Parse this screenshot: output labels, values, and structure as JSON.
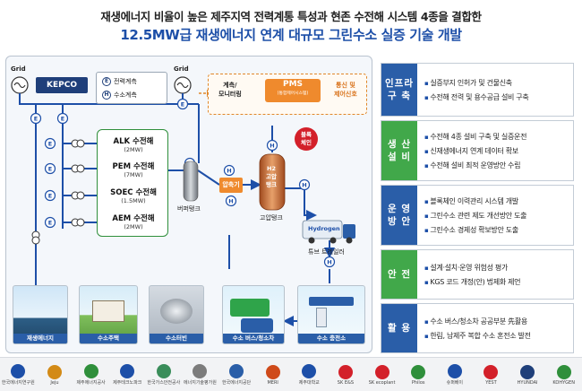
{
  "header": {
    "title_line1": "재생에너지 비율이 높은 제주지역 전력계통 특성과 현존 수전해 시스템 4종을 결합한",
    "title_line2": "12.5MW급 재생에너지 연계 대규모 그린수소 실증 기술 개발"
  },
  "diagram": {
    "grid_left": "Grid",
    "grid_right": "Grid",
    "kepco": "KEPCO",
    "legend": {
      "elec_icon": "E",
      "elec_label": "전력계측",
      "hydrogen_icon": "H",
      "hydrogen_label": "수소계측"
    },
    "electrolyzers": [
      {
        "name": "ALK 수전해",
        "capacity": "(2MW)"
      },
      {
        "name": "PEM 수전해",
        "capacity": "(7MW)"
      },
      {
        "name": "SOEC 수전해",
        "capacity": "(1.5MW)"
      },
      {
        "name": "AEM 수전해",
        "capacity": "(2MW)"
      }
    ],
    "monitoring": "계측/\n모니터링",
    "pms_title": "PMS",
    "pms_sub": "(통합제어시스템)",
    "comm_control": "통신 및\n제어신호",
    "blockchain": "블록\n체인",
    "buffer_tank": "버퍼탱크",
    "compressor": "압축기",
    "h2_tank": "H2\n고압\n탱크",
    "high_pressure_tank": "고압탱크",
    "tube_trailer": "튜브 트레일러",
    "truck_label": "Hydrogen",
    "scenes": {
      "renewable": "재생에너지",
      "house": "수소주택",
      "turbine": "수소터빈",
      "bus": "수소 버스/청소차",
      "station": "수소 충전소"
    }
  },
  "panel": {
    "rows": [
      {
        "tag": "인프라\n구 축",
        "color": "#2a5ea8",
        "items": [
          "실증부지 인허가 및 건물신축",
          "수전해 전력 및 용수공급 설비 구축"
        ]
      },
      {
        "tag": "생 산\n설 비",
        "color": "#41a84a",
        "items": [
          "수전해 4종 설비 구축 및 실증운전",
          "신재생에너지 연계 데이터 확보",
          "수전해 설비 최적 운영방안 수립"
        ]
      },
      {
        "tag": "운 영\n방 안",
        "color": "#2a5ea8",
        "items": [
          "블록체인 이력관리 시스템 개발",
          "그린수소 관련 제도 개선방안 도출",
          "그린수소 경제성 확보방안 도출"
        ]
      },
      {
        "tag": "안 전",
        "color": "#41a84a",
        "items": [
          "설계·설치·운영 위험성 평가",
          "KGS 코드 개정(안) 법제화 제언"
        ]
      },
      {
        "tag": "활 용",
        "color": "#2a5ea8",
        "items": [
          "수소 버스/청소차 공공부분 先활용",
          "한림, 남제주 복합 수소 혼전소 발전"
        ]
      }
    ]
  },
  "logos": [
    {
      "name": "한국에너지연구원",
      "color": "#1d4fa8"
    },
    {
      "name": "Jeju",
      "color": "#d38a16"
    },
    {
      "name": "제주에너지공사",
      "color": "#2f8f3b"
    },
    {
      "name": "제주테크노파크",
      "color": "#1d4fa8"
    },
    {
      "name": "한국가스안전공사",
      "color": "#3a8d5a"
    },
    {
      "name": "에너지기술평가원",
      "color": "#7c7c7c"
    },
    {
      "name": "한국에너지공단",
      "color": "#2a5ea8"
    },
    {
      "name": "MERI",
      "color": "#cf4a1a"
    },
    {
      "name": "제주대학교",
      "color": "#1d4fa8"
    },
    {
      "name": "SK E&S",
      "color": "#d3202a"
    },
    {
      "name": "SK ecoplant",
      "color": "#d3202a"
    },
    {
      "name": "Philos",
      "color": "#2f8f3b"
    },
    {
      "name": "슈퍼베이",
      "color": "#1d4fa8"
    },
    {
      "name": "YEST",
      "color": "#d3202a"
    },
    {
      "name": "HYUNDAI",
      "color": "#1f3f7a"
    },
    {
      "name": "KOHYGEN",
      "color": "#2f8f3b"
    }
  ]
}
